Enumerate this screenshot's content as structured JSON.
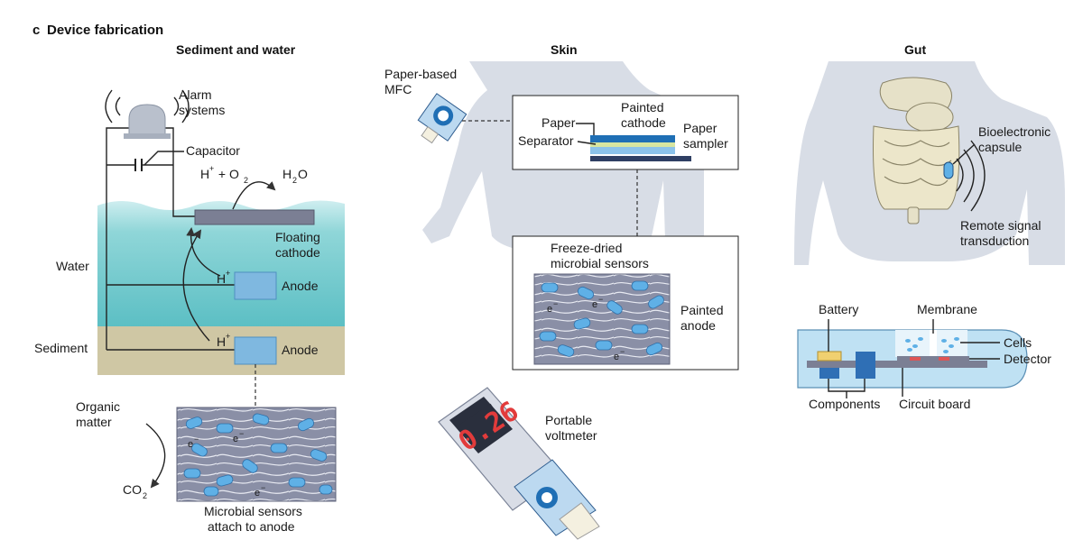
{
  "panel": {
    "letter": "c",
    "title": "Device fabrication"
  },
  "sections": {
    "sediment": "Sediment and water",
    "skin": "Skin",
    "gut": "Gut"
  },
  "sediment": {
    "alarm_line1": "Alarm",
    "alarm_line2": "systems",
    "capacitor": "Capacitor",
    "reaction_left": "H",
    "reaction_plus": "+",
    "reaction_mid": " + O",
    "reaction_two": "2",
    "reaction_right": "H",
    "reaction_right_two": "2",
    "reaction_right_o": "O",
    "floating_line1": "Floating",
    "floating_line2": "cathode",
    "water": "Water",
    "sediment_label": "Sediment",
    "h_plus": "H",
    "plus": "+",
    "anode_top": "Anode",
    "anode_bottom": "Anode",
    "organic_line1": "Organic",
    "organic_line2": "matter",
    "co2": "CO",
    "co2_sub": "2",
    "electron": "e",
    "minus": "−",
    "microbial_line1": "Microbial sensors",
    "microbial_line2": "attach to anode"
  },
  "skin": {
    "mfc_line1": "Paper-based",
    "mfc_line2": "MFC",
    "paper": "Paper",
    "separator": "Separator",
    "painted_cathode_line1": "Painted",
    "painted_cathode_line2": "cathode",
    "sampler_line1": "Paper",
    "sampler_line2": "sampler",
    "freeze_line1": "Freeze-dried",
    "freeze_line2": "microbial sensors",
    "painted_anode_line1": "Painted",
    "painted_anode_line2": "anode",
    "voltmeter_line1": "Portable",
    "voltmeter_line2": "voltmeter",
    "display": "0.26"
  },
  "gut": {
    "capsule_line1": "Bioelectronic",
    "capsule_line2": "capsule",
    "remote_line1": "Remote signal",
    "remote_line2": "transduction",
    "battery": "Battery",
    "membrane": "Membrane",
    "cells": "Cells",
    "detector": "Detector",
    "components": "Components",
    "circuit_board": "Circuit board"
  },
  "colors": {
    "water": "#7fcfd2",
    "sediment": "#cfc7a4",
    "anode": "#7fb8e0",
    "cathode": "#7b7f94",
    "silhouette": "#d8dde6",
    "bacteria": "#5fb0e6",
    "matrix": "#8a8fa6",
    "capsule": "#bfe1f3",
    "battery": "#f0d070"
  }
}
